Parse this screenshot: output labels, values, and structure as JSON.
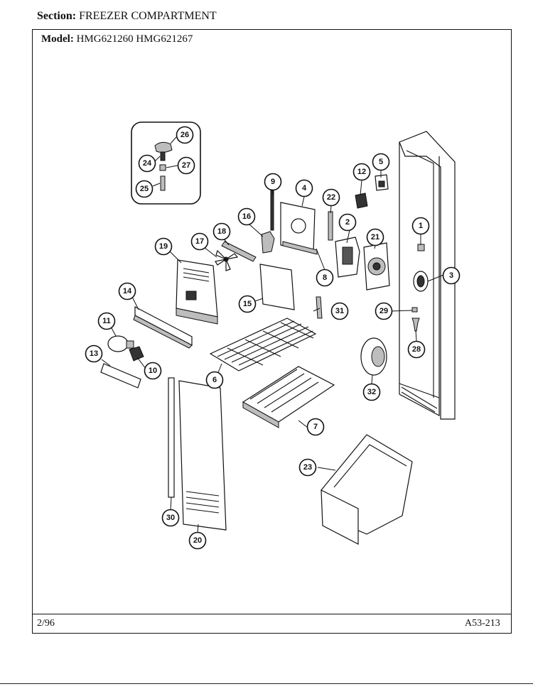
{
  "header": {
    "section_label": "Section:",
    "section_value": "FREEZER COMPARTMENT",
    "model_label": "Model:",
    "model_value": "HMG621260 HMG621267"
  },
  "footer": {
    "date": "2/96",
    "page_code": "A53-213"
  },
  "callouts": [
    "1",
    "2",
    "3",
    "4",
    "5",
    "6",
    "7",
    "8",
    "9",
    "10",
    "11",
    "12",
    "13",
    "14",
    "15",
    "16",
    "17",
    "18",
    "19",
    "20",
    "21",
    "22",
    "23",
    "24",
    "25",
    "26",
    "27",
    "28",
    "29",
    "30",
    "31",
    "32"
  ]
}
